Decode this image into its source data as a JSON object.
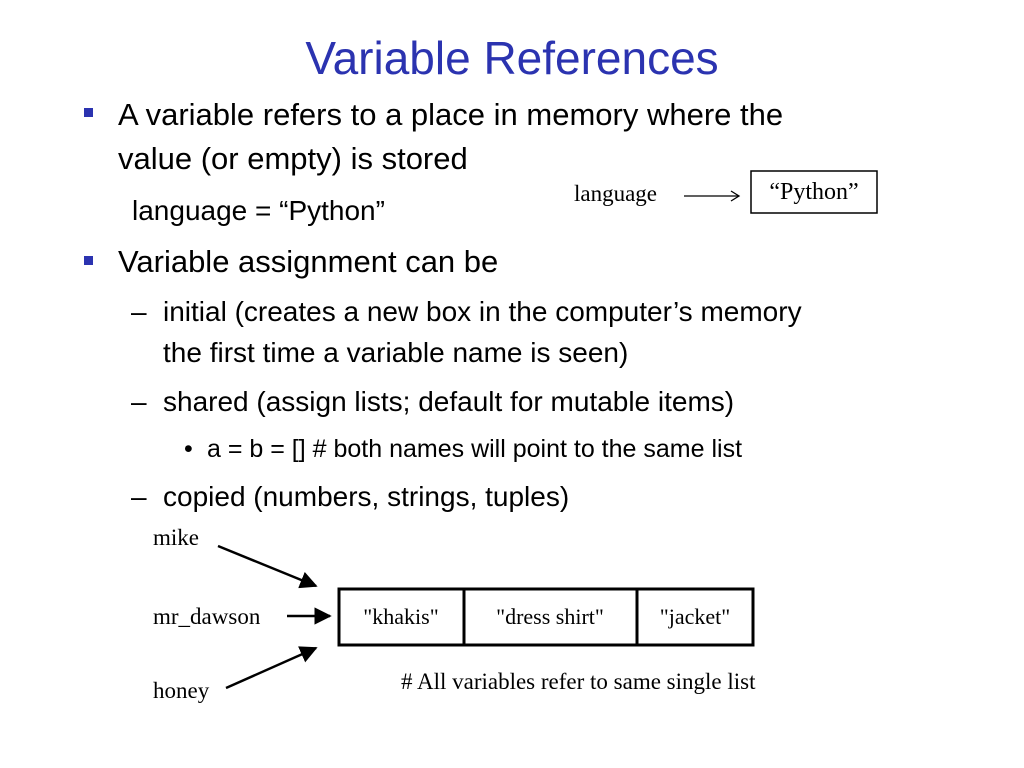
{
  "title": "Variable References",
  "bullets": {
    "b1_line1": "A variable refers to a place in memory where the",
    "b1_line2": "value (or empty) is stored",
    "b1_code": "language = “Python”",
    "b2": "Variable assignment can be",
    "sub1_line1": "initial (creates a new box in the computer’s memory",
    "sub1_line2": "the first time a variable name is seen)",
    "sub2": "shared (assign lists; default for mutable items)",
    "subsub1": "a = b = [] # both names will point to the same list",
    "sub3": "copied  (numbers, strings, tuples)"
  },
  "markers": {
    "dash": "–",
    "dot": "•"
  },
  "small_diagram": {
    "label": "language",
    "value": "“Python”"
  },
  "list_diagram": {
    "names": [
      "mike",
      "mr_dawson",
      "honey"
    ],
    "cells": [
      "\"khakis\"",
      "\"dress shirt\"",
      "\"jacket\""
    ],
    "caption": "# All variables refer to same single list"
  },
  "colors": {
    "title": "#2b33b0",
    "bullet": "#2b33b0"
  }
}
